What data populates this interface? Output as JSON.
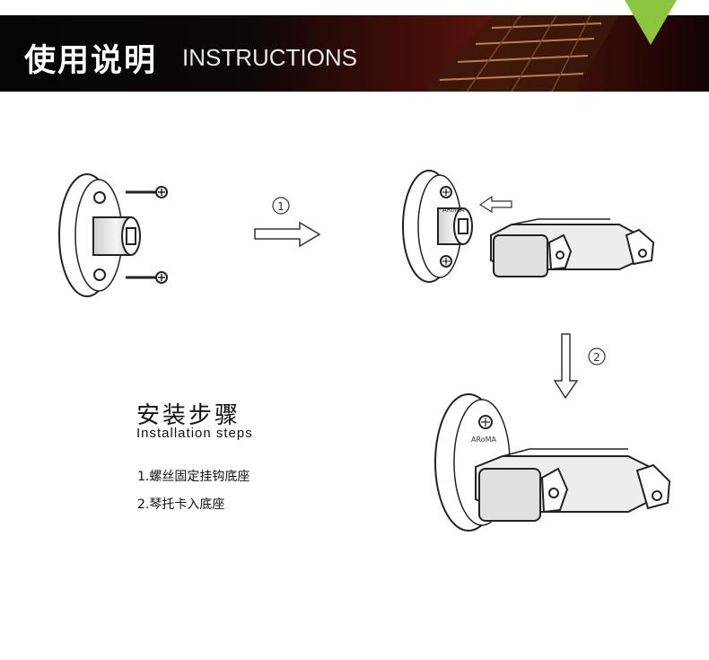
{
  "header": {
    "title_cn": "使用说明",
    "title_en": "INSTRUCTIONS"
  },
  "steps": {
    "title": "安装步骤",
    "subtitle": "Installation steps",
    "items": [
      {
        "label": "1.螺丝固定挂钩底座"
      },
      {
        "label": "2.琴托卡入底座"
      }
    ]
  },
  "diagram": {
    "arrow_1_label": "①",
    "arrow_2_label": "②",
    "base_label": "ARoMA"
  },
  "colors": {
    "accent_triangle": "#8cc63e",
    "header_dark": "#050505",
    "header_red": "#5a140c"
  }
}
